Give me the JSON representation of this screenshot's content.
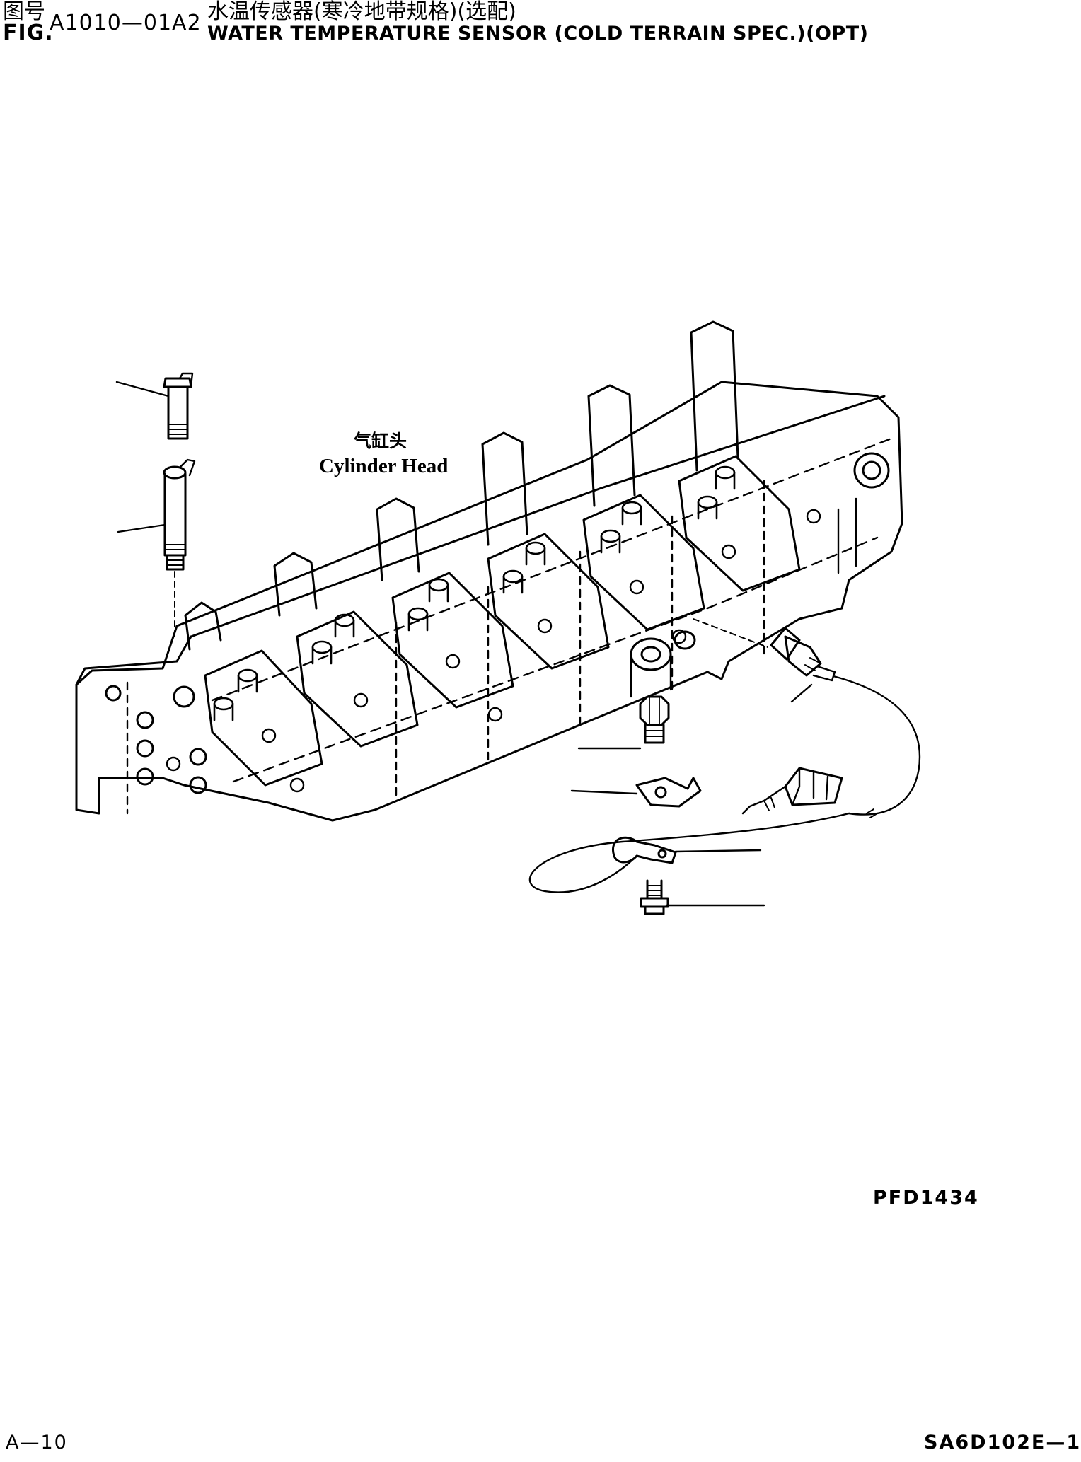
{
  "header": {
    "zh_label": "图号",
    "fig_label": "FIG.",
    "fig_number": "A1010—01A2",
    "zh_title": "水温传感器(寒冷地带规格)(选配)",
    "en_title": "WATER TEMPERATURE SENSOR (COLD TERRAIN SPEC.)(OPT)"
  },
  "diagram": {
    "label_zh": "气缸头",
    "label_en": "Cylinder Head",
    "drawing_code": "PFD1434"
  },
  "footer": {
    "page": "A—10",
    "model": "SA6D102E—1"
  }
}
